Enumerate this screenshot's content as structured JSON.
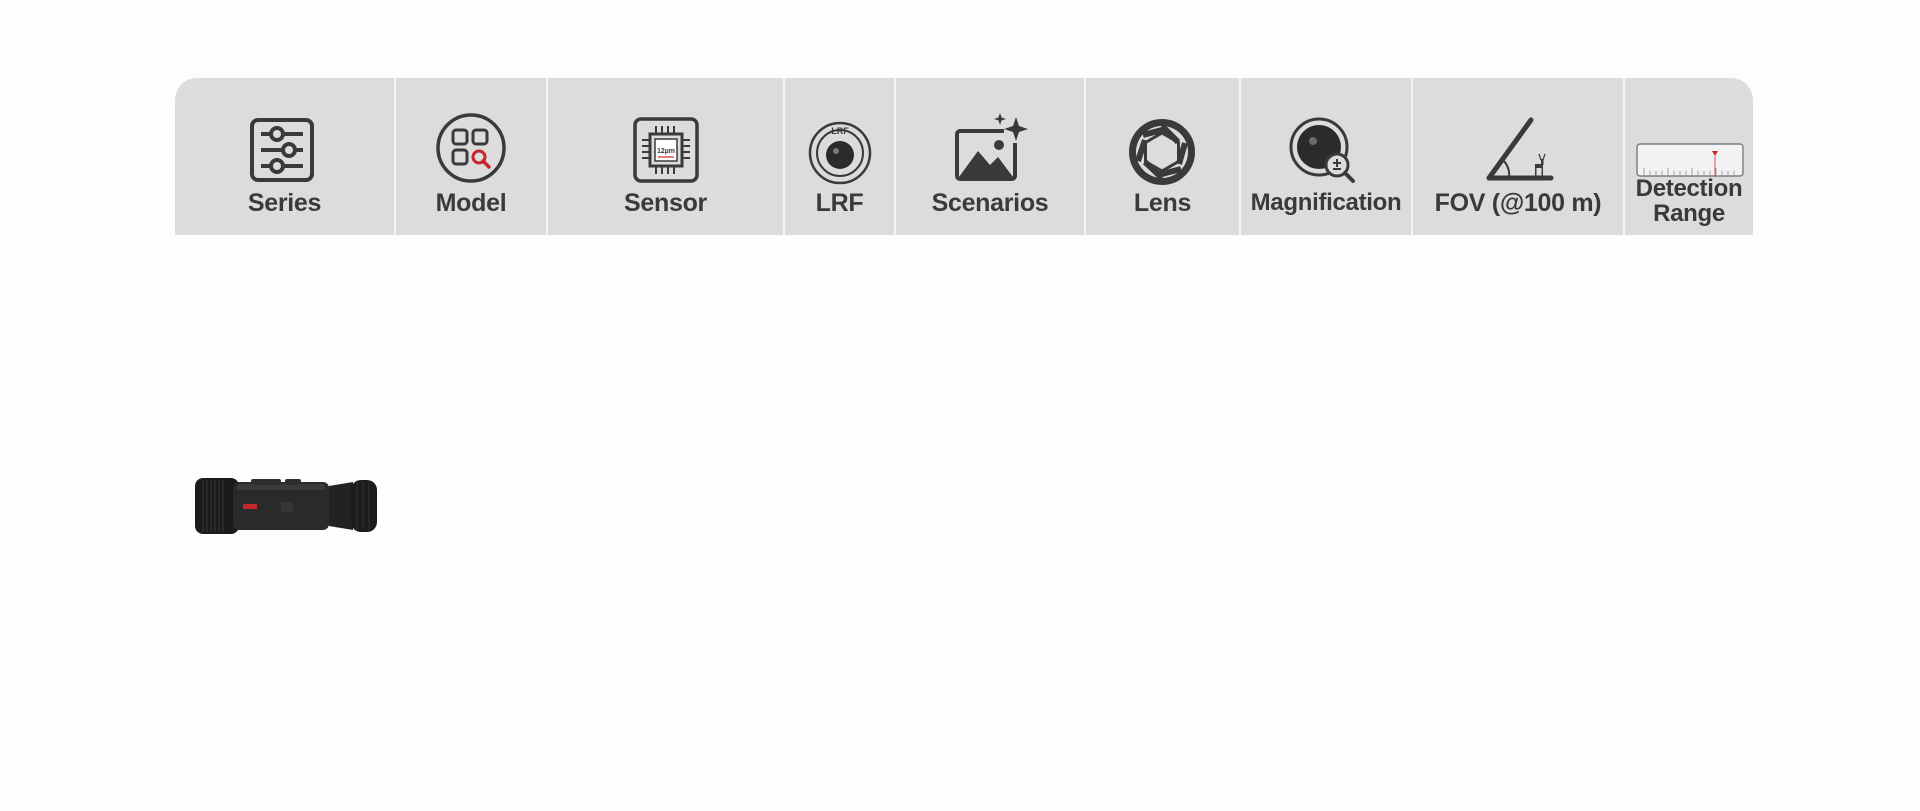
{
  "header": {
    "columns": [
      {
        "key": "series",
        "label": "Series",
        "icon": "sliders-icon"
      },
      {
        "key": "model",
        "label": "Model",
        "icon": "grid-search-icon"
      },
      {
        "key": "sensor",
        "label": "Sensor",
        "icon": "chip-icon",
        "icon_text": "12µm"
      },
      {
        "key": "lrf",
        "label": "LRF",
        "icon": "laser-rangefinder-icon",
        "icon_text": "LRF"
      },
      {
        "key": "scenarios",
        "label": "Scenarios",
        "icon": "landscape-sparkle-icon"
      },
      {
        "key": "lens",
        "label": "Lens",
        "icon": "aperture-icon"
      },
      {
        "key": "magnification",
        "label": "Magnification",
        "icon": "magnifier-icon"
      },
      {
        "key": "fov",
        "label": "FOV (@100 m)",
        "icon": "angle-deer-icon"
      },
      {
        "key": "detection",
        "label_line1": "Detection",
        "label_line2": "Range",
        "icon": "ruler-icon"
      }
    ]
  },
  "product": {
    "image": "thermal-monocular-image",
    "accent_color": "#c8262b"
  },
  "colors": {
    "header_bg": "#dcdcdc",
    "icon_dark": "#3a3a3a",
    "accent_red": "#c8262b",
    "page_bg": "#fdfdfd"
  }
}
